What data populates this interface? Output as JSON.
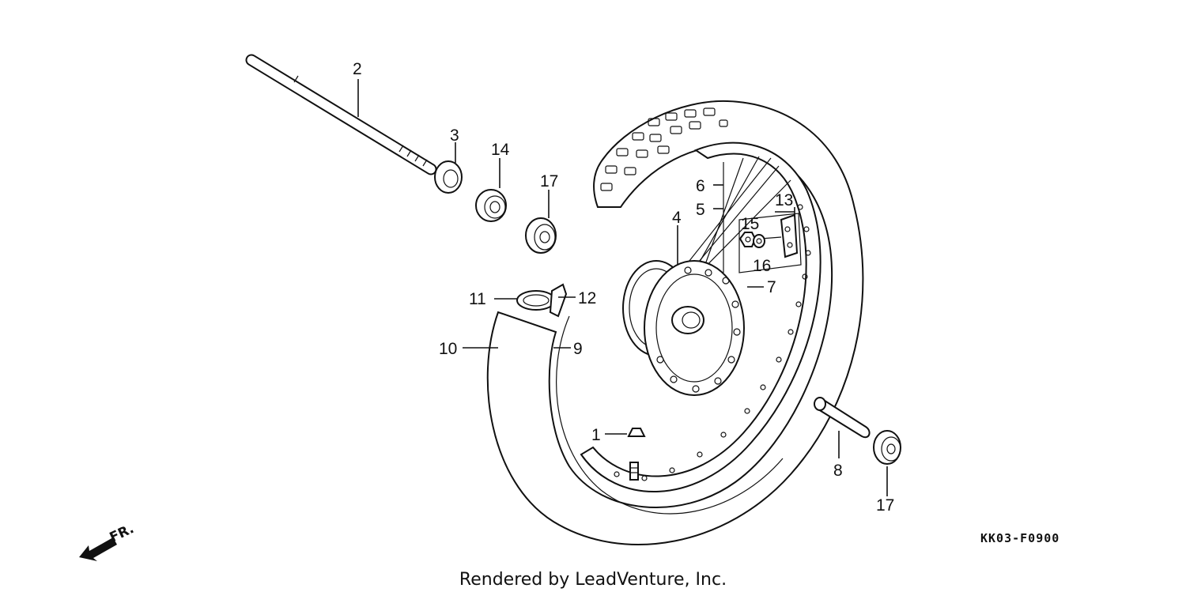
{
  "diagram": {
    "callouts": {
      "c1": "1",
      "c2": "2",
      "c3": "3",
      "c4": "4",
      "c5": "5",
      "c6": "6",
      "c7": "7",
      "c8": "8",
      "c9": "9",
      "c10": "10",
      "c11": "11",
      "c12": "12",
      "c13": "13",
      "c14": "14",
      "c15": "15",
      "c16": "16",
      "c17a": "17",
      "c17b": "17"
    },
    "direction_label": "FR.",
    "diagram_code": "KK03-F0900",
    "credit": "Rendered by LeadVenture, Inc."
  }
}
